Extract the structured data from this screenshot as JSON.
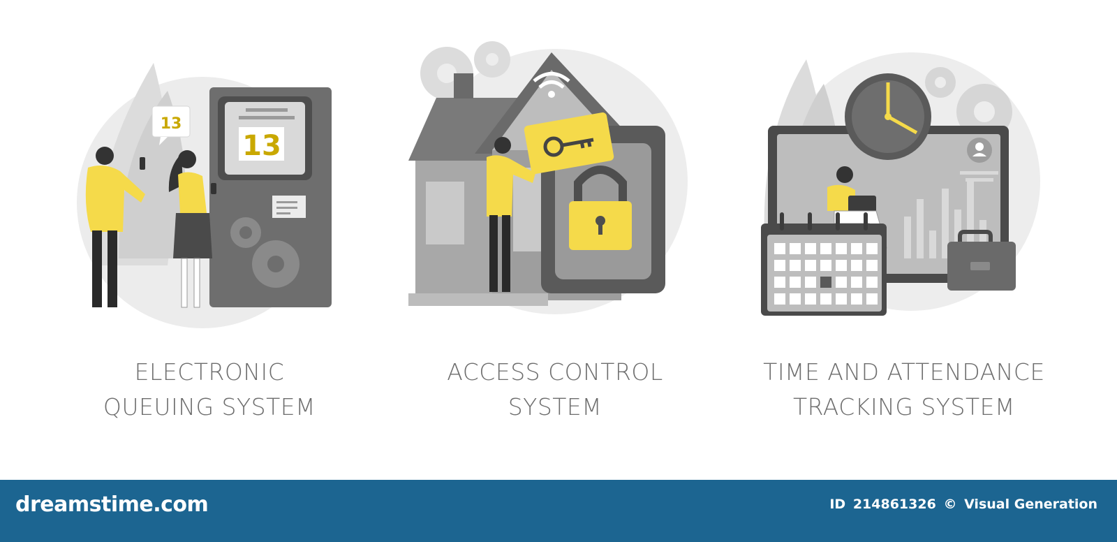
{
  "accent_color": "#f5da4a",
  "panels": [
    {
      "caption_line1": "ELECTRONIC",
      "caption_line2": "QUEUING SYSTEM",
      "ticket_bubble": "13",
      "screen_number": "13",
      "icons": [
        "ticket-kiosk-icon",
        "speech-bubble-icon",
        "gear-icon",
        "man-with-phone",
        "woman-with-phone"
      ]
    },
    {
      "caption_line1": "ACCESS CONTROL",
      "caption_line2": "SYSTEM",
      "icons": [
        "house-icon",
        "wifi-icon",
        "key-card-icon",
        "padlock-icon",
        "gear-icon",
        "man-holding-key"
      ]
    },
    {
      "caption_line1": "TIME AND ATTENDANCE",
      "caption_line2": "TRACKING SYSTEM",
      "icons": [
        "wall-clock-icon",
        "monitor-icon",
        "calendar-icon",
        "briefcase-icon",
        "bar-chart-icon",
        "user-avatar-icon",
        "woman-with-laptop"
      ]
    }
  ],
  "footer": {
    "brand": "dreamstime.com",
    "id_label": "ID",
    "id_value": "214861326",
    "copyright_symbol": "©",
    "author": "Visual Generation",
    "background_color": "#1c6591"
  }
}
